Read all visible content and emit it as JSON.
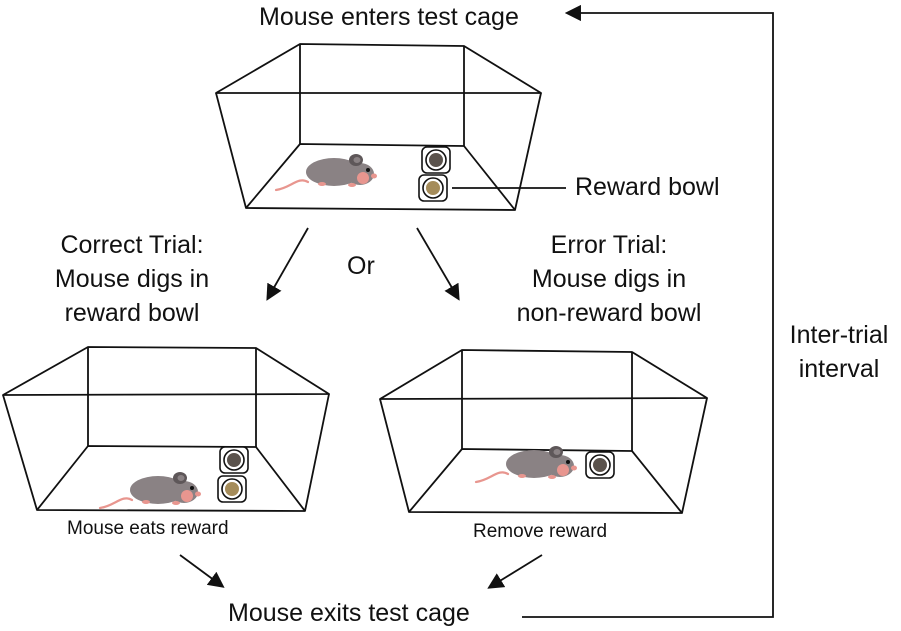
{
  "top_label": "Mouse enters test cage",
  "reward_bowl_label": "Reward bowl",
  "or_label": "Or",
  "correct_trial": {
    "lines": [
      "Correct Trial:",
      "Mouse digs in",
      "reward bowl"
    ]
  },
  "error_trial": {
    "lines": [
      "Error Trial:",
      "Mouse digs in",
      "non-reward bowl"
    ]
  },
  "left_caption": "Mouse eats reward",
  "right_caption": "Remove reward",
  "bottom_label": "Mouse exits test cage",
  "inter_trial": {
    "lines": [
      "Inter-trial",
      "interval"
    ]
  },
  "colors": {
    "line": "#111111",
    "mouse_body": "#8a8284",
    "mouse_dark": "#5e5759",
    "mouse_pink": "#e8968f",
    "bowl_food_dark": "#5a524c",
    "bowl_food_reward": "#a58c5a"
  }
}
